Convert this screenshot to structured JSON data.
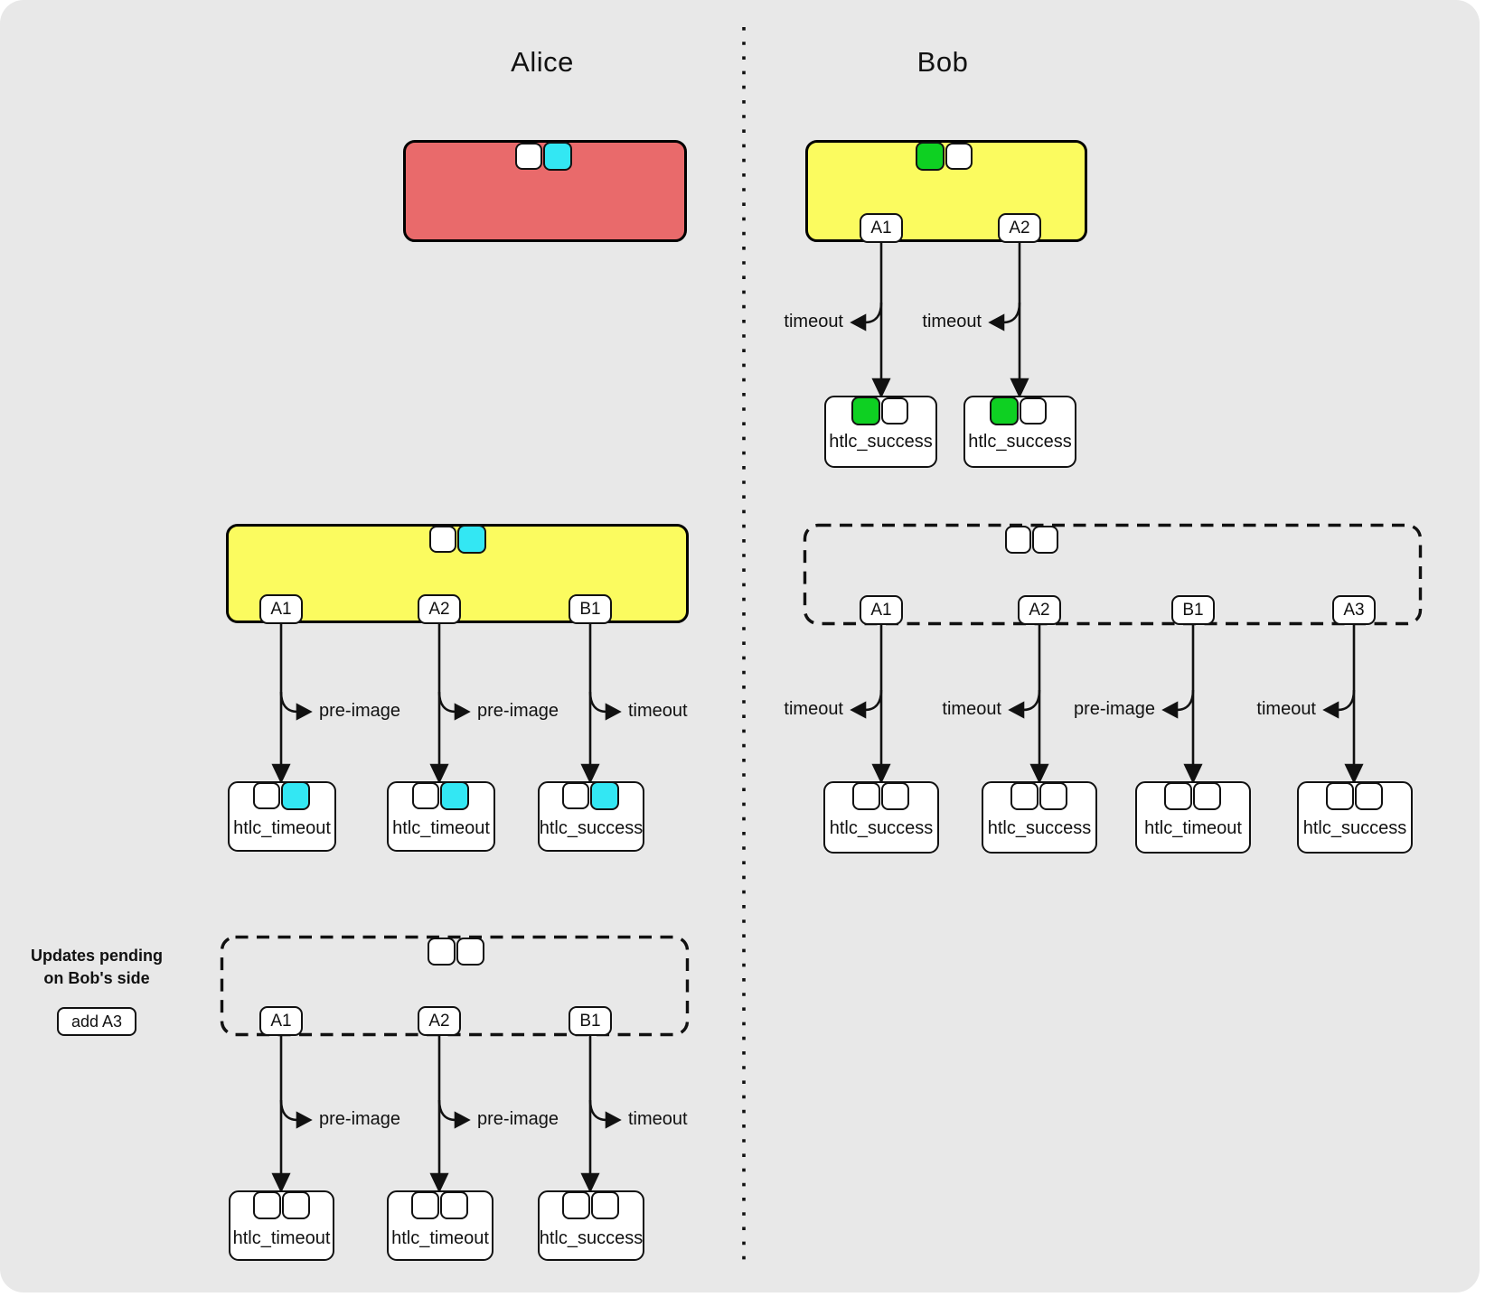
{
  "titles": {
    "alice": "Alice",
    "bob": "Bob"
  },
  "colors": {
    "bg": "#e8e8e8",
    "red": "#e96a6b",
    "yellow": "#fbfb5f",
    "cyan": "#33e7f3",
    "green": "#0ed022",
    "ink": "#111111"
  },
  "note": {
    "line1": "Updates pending",
    "line2": "on Bob's side",
    "action_label": "add A3"
  },
  "alice": {
    "old_commitment": {
      "chips": [
        "white",
        "cyan"
      ]
    },
    "current_commitment": {
      "chips": [
        "white",
        "cyan"
      ],
      "outputs": [
        {
          "tab": "A1",
          "branch": "pre-image",
          "dest": "htlc_timeout",
          "dest_chips": [
            "white",
            "cyan"
          ]
        },
        {
          "tab": "A2",
          "branch": "pre-image",
          "dest": "htlc_timeout",
          "dest_chips": [
            "white",
            "cyan"
          ]
        },
        {
          "tab": "B1",
          "branch": "timeout",
          "dest": "htlc_success",
          "dest_chips": [
            "white",
            "cyan"
          ]
        }
      ]
    },
    "pending_commitment": {
      "chips": [
        "white",
        "white"
      ],
      "outputs": [
        {
          "tab": "A1",
          "branch": "pre-image",
          "dest": "htlc_timeout",
          "dest_chips": [
            "white",
            "white"
          ]
        },
        {
          "tab": "A2",
          "branch": "pre-image",
          "dest": "htlc_timeout",
          "dest_chips": [
            "white",
            "white"
          ]
        },
        {
          "tab": "B1",
          "branch": "timeout",
          "dest": "htlc_success",
          "dest_chips": [
            "white",
            "white"
          ]
        }
      ]
    }
  },
  "bob": {
    "current_commitment": {
      "chips": [
        "green",
        "white"
      ],
      "outputs": [
        {
          "tab": "A1",
          "branch": "timeout",
          "dest": "htlc_success",
          "dest_chips": [
            "green",
            "white"
          ]
        },
        {
          "tab": "A2",
          "branch": "timeout",
          "dest": "htlc_success",
          "dest_chips": [
            "green",
            "white"
          ]
        }
      ]
    },
    "pending_commitment": {
      "chips": [
        "white",
        "white"
      ],
      "outputs": [
        {
          "tab": "A1",
          "branch": "timeout",
          "dest": "htlc_success",
          "dest_chips": [
            "white",
            "white"
          ]
        },
        {
          "tab": "A2",
          "branch": "timeout",
          "dest": "htlc_success",
          "dest_chips": [
            "white",
            "white"
          ]
        },
        {
          "tab": "B1",
          "branch": "pre-image",
          "dest": "htlc_timeout",
          "dest_chips": [
            "white",
            "white"
          ]
        },
        {
          "tab": "A3",
          "branch": "timeout",
          "dest": "htlc_success",
          "dest_chips": [
            "white",
            "white"
          ]
        }
      ]
    }
  }
}
